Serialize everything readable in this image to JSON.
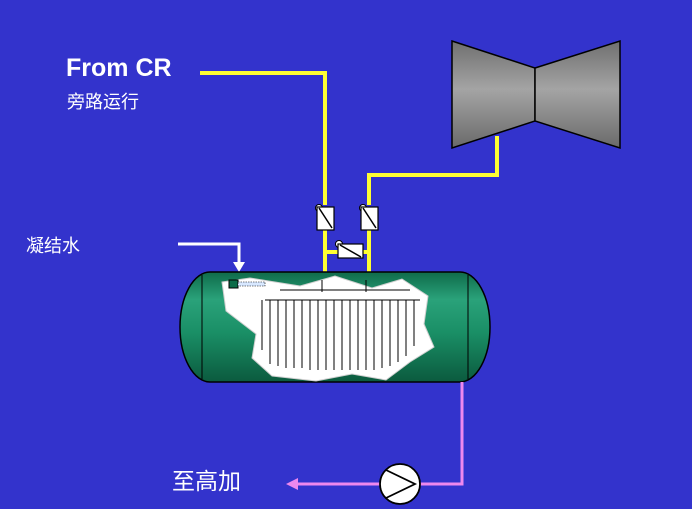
{
  "labels": {
    "from_cr": "From CR",
    "bypass_operation": "旁路运行",
    "condensate": "凝结水",
    "to_hp_heater": "至高加"
  },
  "colors": {
    "background": "#3333cc",
    "steam_line": "#ffff33",
    "condensate_line": "#ffffff",
    "feedwater_line": "#ee88ee",
    "vessel": "#1a8f66",
    "turbine": "#8c8c8c"
  },
  "icons": [
    "turbine-icon",
    "control-valve-icon",
    "pump-icon",
    "arrow-icon"
  ]
}
